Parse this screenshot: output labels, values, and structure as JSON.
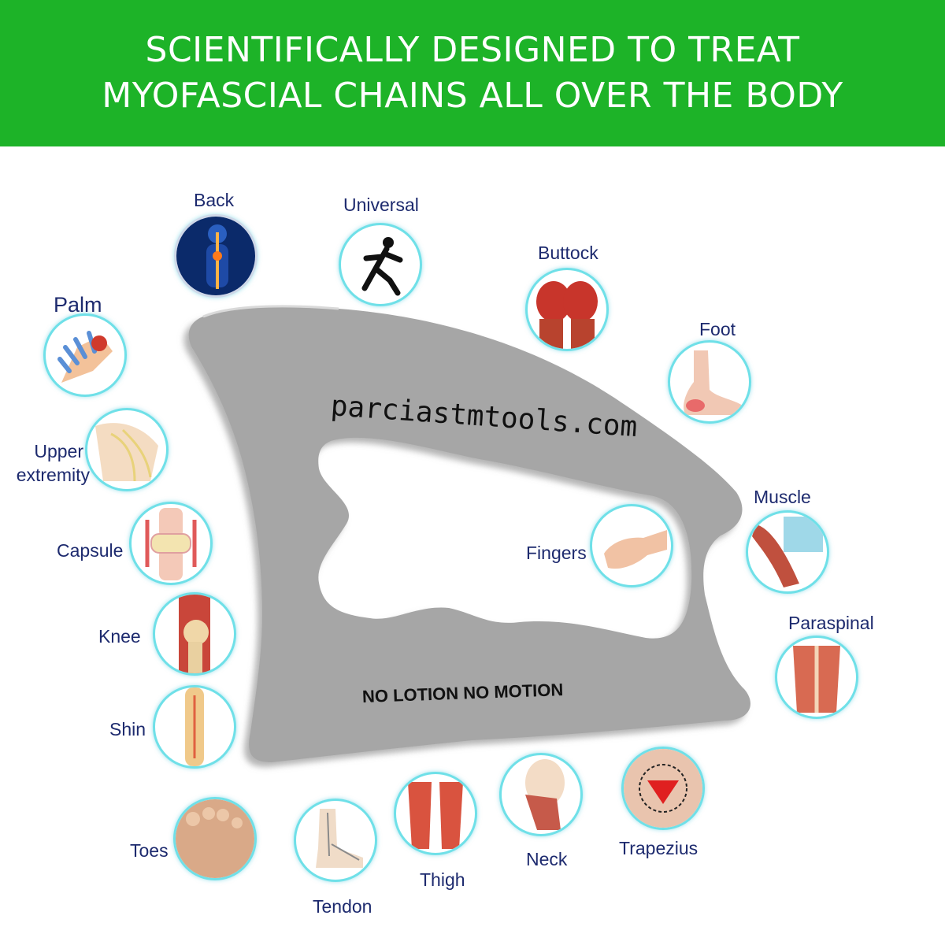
{
  "header": {
    "line1": "SCIENTIFICALLY DESIGNED TO TREAT",
    "line2": "MYOFASCIAL CHAINS ALL OVER THE BODY"
  },
  "tool": {
    "website": "parciastmtools.com",
    "slogan": "NO LOTION NO MOTION"
  },
  "labels": {
    "back": "Back",
    "universal": "Universal",
    "buttock": "Buttock",
    "foot": "Foot",
    "palm": "Palm",
    "upper_line1": "Upper",
    "upper_line2": "extremity",
    "capsule": "Capsule",
    "knee": "Knee",
    "shin": "Shin",
    "toes": "Toes",
    "tendon": "Tendon",
    "thigh": "Thigh",
    "neck": "Neck",
    "trapezius": "Trapezius",
    "fingers": "Fingers",
    "muscle": "Muscle",
    "paraspinal": "Paraspinal"
  },
  "colors": {
    "banner": "#1db328",
    "tool_gray": "#a6a6a6",
    "label_navy": "#1d2a6e",
    "bubble_ring": "#6fe0e8"
  }
}
